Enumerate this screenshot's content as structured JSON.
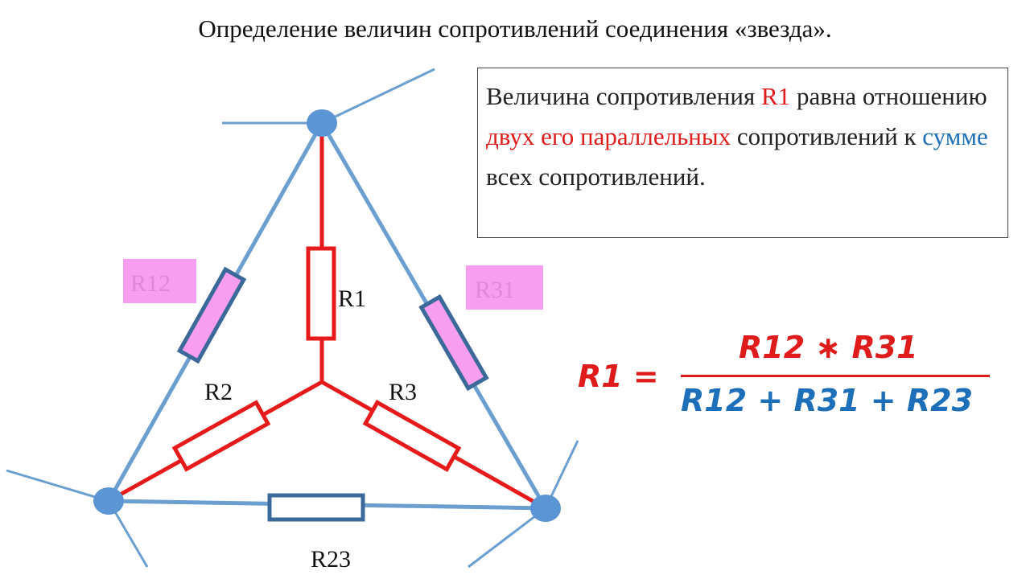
{
  "title": "Определение величин сопротивлений соединения «звезда».",
  "diagram": {
    "labels": {
      "r12": "R12",
      "r31": "R31",
      "r1": "R1",
      "r2": "R2",
      "r3": "R3",
      "r23": "R23"
    },
    "colors": {
      "delta_wire": "#6a9fcf",
      "star_wire": "#e61a1a",
      "node": "#5b95d3",
      "highlight_fill": "#f79ef0",
      "resistor_stroke": "#3b6a9a"
    }
  },
  "explanation": {
    "part1": "Величина сопротивления ",
    "r1": "R1",
    "part2": "  равна отношению ",
    "emph_red": "двух его параллельных",
    "part3": " сопротивлений к ",
    "emph_blue": "сумме",
    "part4": " всех сопротивлений."
  },
  "formula": {
    "lhs": "R1 =",
    "numerator": "R12  ∗ R31",
    "denominator": "R12 + R31 + R23"
  }
}
